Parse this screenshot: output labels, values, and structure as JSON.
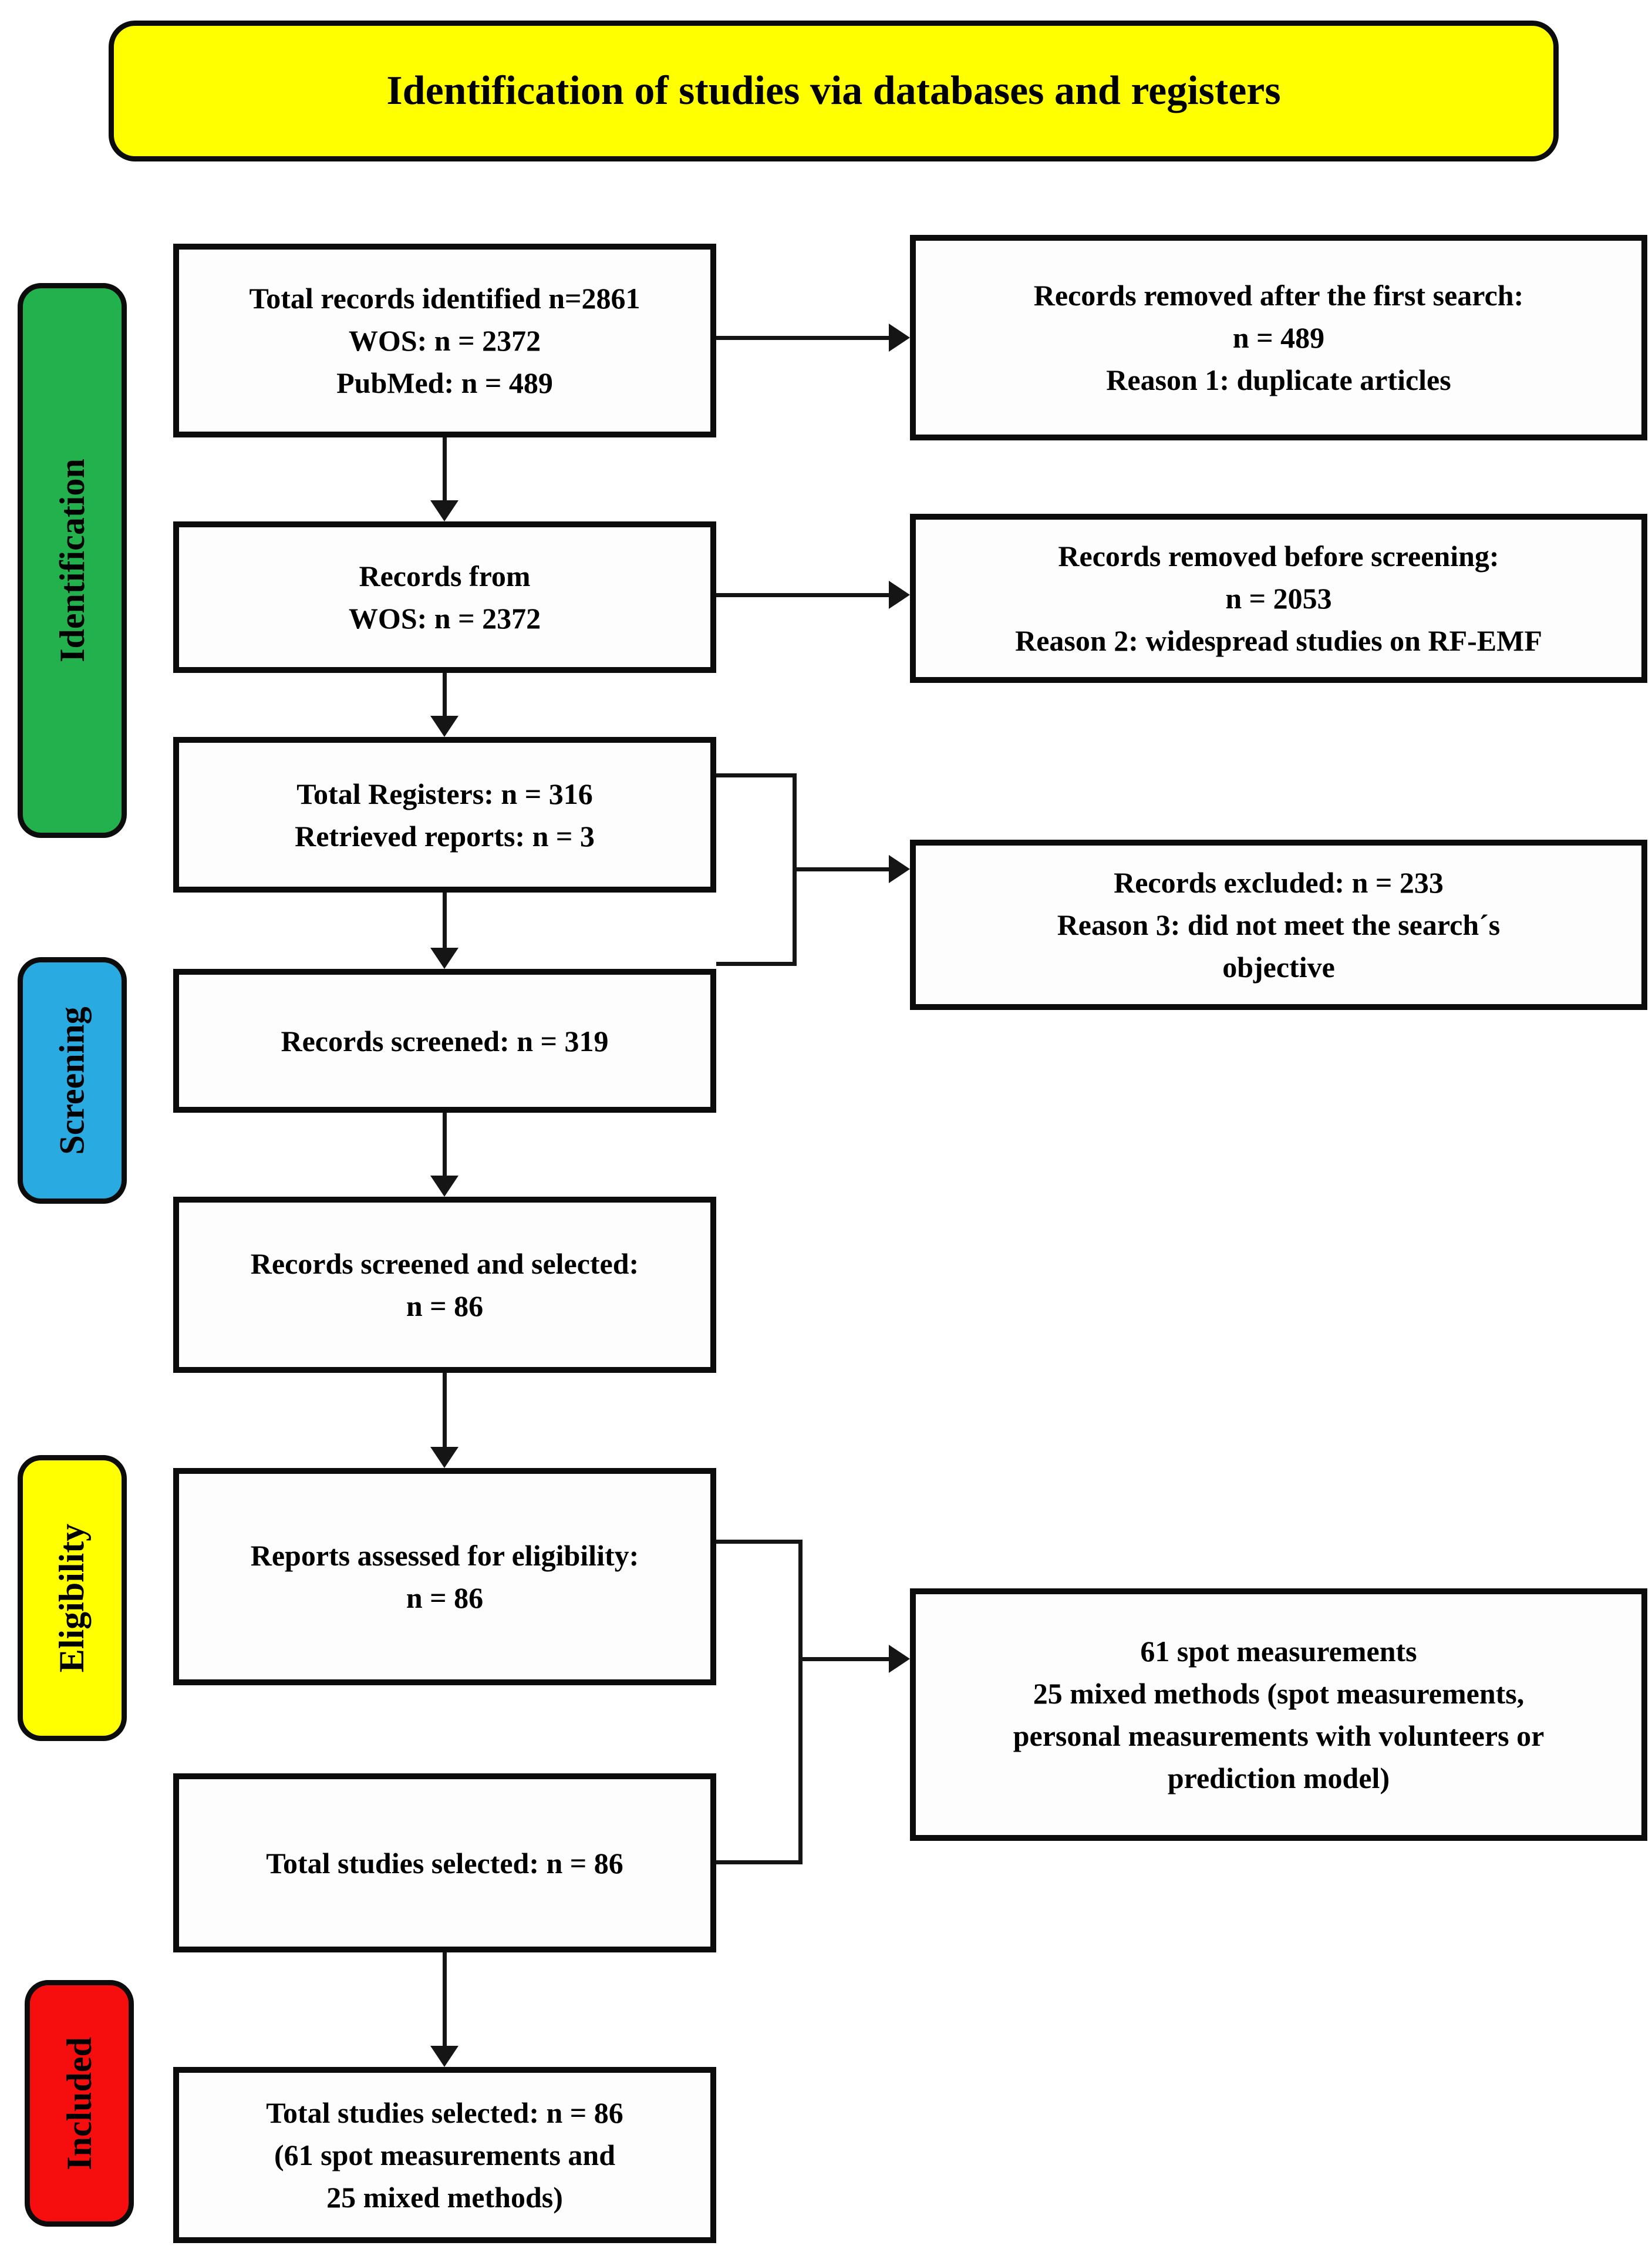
{
  "title": "Identification of studies via databases and registers",
  "stages": {
    "identification": "Identification",
    "screening": "Screening",
    "eligibility": "Eligibility",
    "included": "Included"
  },
  "colors": {
    "title_bg": "#FFFF00",
    "identification_bg": "#22B14C",
    "screening_bg": "#29ABE2",
    "eligibility_bg": "#FFFF00",
    "included_bg": "#F60D0D"
  },
  "boxes": {
    "total_identified": {
      "lines": [
        "Total records identified n=2861",
        "WOS: n = 2372",
        "PubMed: n = 489"
      ]
    },
    "records_from_wos": {
      "lines": [
        "Records from",
        "WOS: n = 2372"
      ]
    },
    "total_registers": {
      "lines": [
        "Total Registers: n = 316",
        "Retrieved reports: n = 3"
      ]
    },
    "records_screened": {
      "lines": [
        "Records screened: n = 319"
      ]
    },
    "screened_selected": {
      "lines": [
        "Records screened and selected:",
        "n = 86"
      ]
    },
    "assessed_eligibility": {
      "lines": [
        "Reports assessed for eligibility:",
        "n = 86"
      ]
    },
    "total_selected": {
      "lines": [
        "Total studies selected: n = 86"
      ]
    },
    "total_included": {
      "lines": [
        "Total studies selected: n = 86",
        "(61 spot measurements and",
        "25 mixed methods)"
      ]
    }
  },
  "exclusion_boxes": {
    "removed_first_search": {
      "lines": [
        "Records removed after the first search:",
        "n = 489",
        "Reason 1: duplicate articles"
      ]
    },
    "removed_before_screening": {
      "lines": [
        "Records removed before screening:",
        "n = 2053",
        "Reason 2: widespread studies on RF-EMF"
      ]
    },
    "records_excluded": {
      "lines": [
        "Records excluded: n = 233",
        "Reason 3: did not meet the search´s",
        "objective"
      ]
    },
    "methods_breakdown": {
      "lines": [
        "61 spot measurements",
        "25 mixed methods (spot measurements,",
        "personal measurements with volunteers or",
        "prediction model)"
      ]
    }
  }
}
